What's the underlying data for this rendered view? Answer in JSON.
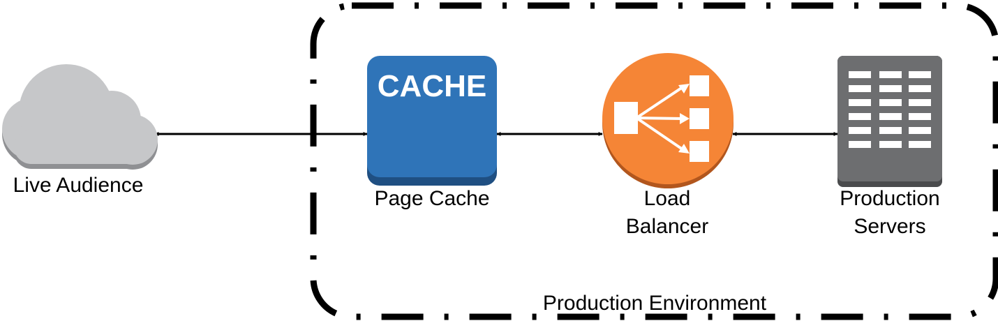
{
  "environment": {
    "label": "Production Environment"
  },
  "nodes": {
    "audience": {
      "label": "Live Audience",
      "icon": "cloud-icon",
      "color": "#c6c7c9",
      "shade": "#8f9093"
    },
    "cache": {
      "label": "Page Cache",
      "icon_text": "CACHE",
      "icon": "cache-icon",
      "color": "#2f74b8",
      "shade": "#1f4f82"
    },
    "load_balancer": {
      "label_line1": "Load",
      "label_line2": "Balancer",
      "icon": "load-balancer-icon",
      "color": "#f58536",
      "shade": "#b2561d"
    },
    "servers": {
      "label_line1": "Production",
      "label_line2": "Servers",
      "icon": "server-rack-icon",
      "color": "#6d6e70",
      "shade": "#4a4b4d"
    }
  },
  "connections": [
    {
      "from": "audience",
      "to": "cache",
      "direction": "bidirectional"
    },
    {
      "from": "cache",
      "to": "load_balancer",
      "direction": "bidirectional"
    },
    {
      "from": "load_balancer",
      "to": "servers",
      "direction": "bidirectional"
    }
  ]
}
